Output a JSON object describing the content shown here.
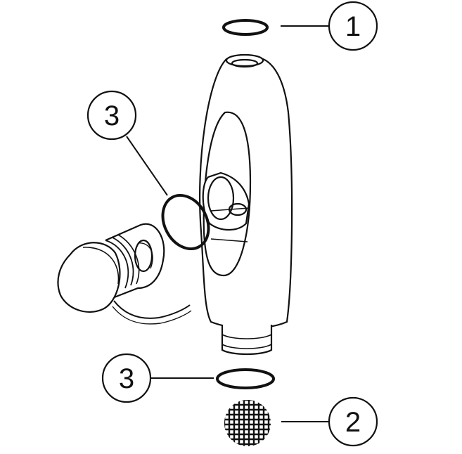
{
  "callouts": [
    {
      "id": "callout-1",
      "label": "1"
    },
    {
      "id": "callout-2",
      "label": "2"
    },
    {
      "id": "callout-3a",
      "label": "3"
    },
    {
      "id": "callout-3b",
      "label": "3"
    }
  ],
  "colors": {
    "stroke": "#111111",
    "background": "#ffffff"
  }
}
